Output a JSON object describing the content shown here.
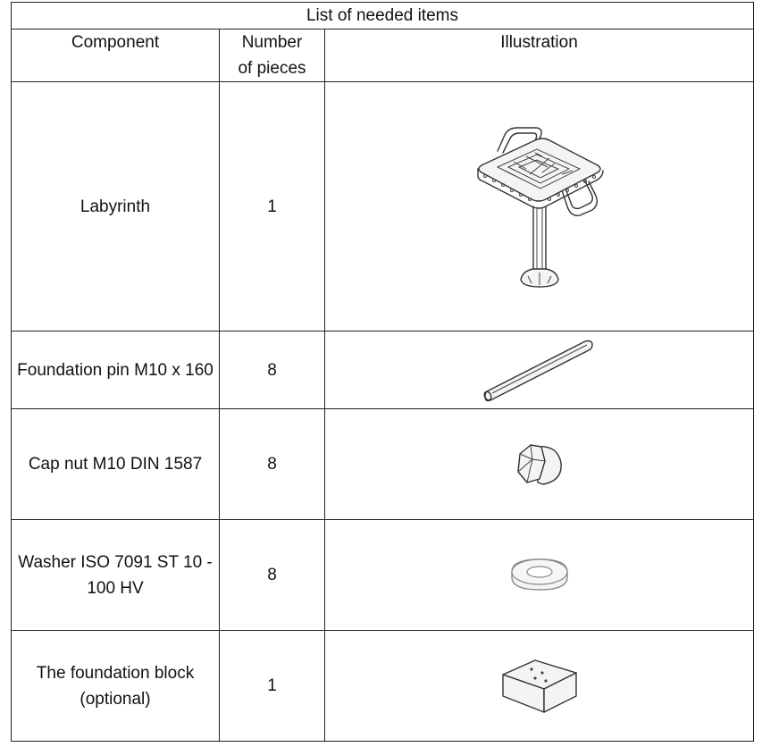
{
  "table": {
    "title": "List of needed items",
    "headers": {
      "component": "Component",
      "pieces_line1": "Number",
      "pieces_line2": "of pieces",
      "illustration": "Illustration"
    },
    "rows": [
      {
        "component_lines": [
          "Labyrinth"
        ],
        "pieces": "1",
        "icon": "labyrinth-icon"
      },
      {
        "component_lines": [
          "Foundation pin M10 x 160"
        ],
        "pieces": "8",
        "icon": "foundation-pin-icon"
      },
      {
        "component_lines": [
          "Cap nut M10 DIN 1587"
        ],
        "pieces": "8",
        "icon": "cap-nut-icon"
      },
      {
        "component_lines": [
          "Washer ISO 7091 ST 10 -",
          "100 HV"
        ],
        "pieces": "8",
        "icon": "washer-icon"
      },
      {
        "component_lines": [
          "The foundation block",
          "(optional)"
        ],
        "pieces": "1",
        "icon": "foundation-block-icon"
      }
    ]
  }
}
